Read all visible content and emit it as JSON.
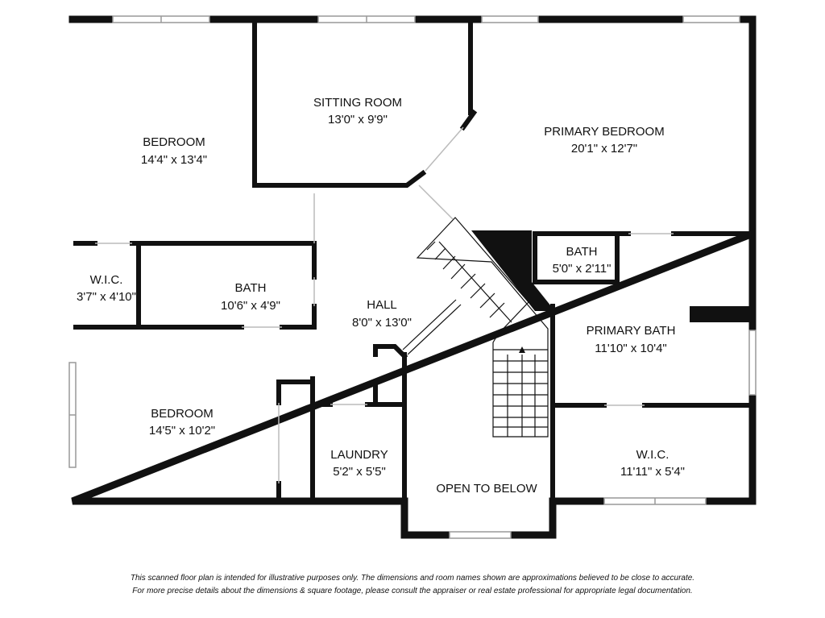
{
  "rooms": {
    "bedroom_nw": {
      "name": "BEDROOM",
      "dims": "14'4\" x 13'4\""
    },
    "sitting_room": {
      "name": "SITTING ROOM",
      "dims": "13'0\" x 9'9\""
    },
    "primary_bedroom": {
      "name": "PRIMARY BEDROOM",
      "dims": "20'1\" x 12'7\""
    },
    "bath_small": {
      "name": "BATH",
      "dims": "5'0\" x 2'11\""
    },
    "wic_west": {
      "name": "W.I.C.",
      "dims": "3'7\" x 4'10\""
    },
    "bath_west": {
      "name": "BATH",
      "dims": "10'6\" x 4'9\""
    },
    "hall": {
      "name": "HALL",
      "dims": "8'0\" x 13'0\""
    },
    "primary_bath": {
      "name": "PRIMARY BATH",
      "dims": "11'10\" x 10'4\""
    },
    "bedroom_sw": {
      "name": "BEDROOM",
      "dims": "14'5\" x 10'2\""
    },
    "laundry": {
      "name": "LAUNDRY",
      "dims": "5'2\" x 5'5\""
    },
    "open_to_below": {
      "name": "OPEN TO BELOW"
    },
    "wic_east": {
      "name": "W.I.C.",
      "dims": "11'11\" x 5'4\""
    }
  },
  "disclaimer": {
    "line1": "This scanned floor plan is intended for illustrative purposes only. The dimensions and room names shown are approximations believed to be close to accurate.",
    "line2": "For more precise details about the dimensions & square footage, please consult the appraiser or real estate professional for appropriate legal documentation."
  },
  "colors": {
    "wall": "#111111",
    "window": "#999999",
    "background": "#ffffff"
  }
}
